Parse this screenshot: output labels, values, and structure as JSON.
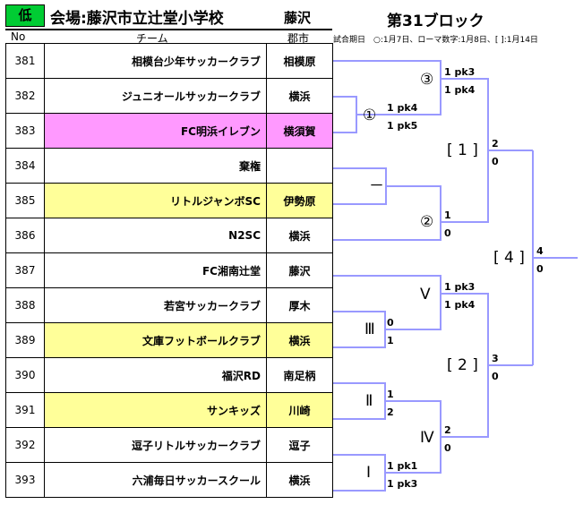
{
  "header": {
    "badge": "低",
    "venue": "会場:藤沢市立辻堂小学校",
    "area": "藤沢",
    "block": "第31ブロック",
    "col_no": "No",
    "col_team": "チーム",
    "col_city": "郡市",
    "note": "試合期日　○:1月7日、ローマ数字:1月8日、[ ]:1月14日"
  },
  "colors": {
    "badge": "#00cc33",
    "pink": "#ff99ff",
    "yellow": "#ffff99",
    "bracket": "#9999ff"
  },
  "teams": [
    {
      "no": "381",
      "name": "相模台少年サッカークラブ",
      "city": "相模原",
      "color": "#ffffff"
    },
    {
      "no": "382",
      "name": "ジュニオールサッカークラブ",
      "city": "横浜",
      "color": "#ffffff"
    },
    {
      "no": "383",
      "name": "FC明浜イレブン",
      "city": "横須賀",
      "color": "#ff99ff"
    },
    {
      "no": "384",
      "name": "棄権",
      "city": "",
      "color": "#ffffff"
    },
    {
      "no": "385",
      "name": "リトルジャンボSC",
      "city": "伊勢原",
      "color": "#ffff99"
    },
    {
      "no": "386",
      "name": "N2SC",
      "city": "横浜",
      "color": "#ffffff"
    },
    {
      "no": "387",
      "name": "FC湘南辻堂",
      "city": "藤沢",
      "color": "#ffffff"
    },
    {
      "no": "388",
      "name": "若宮サッカークラブ",
      "city": "厚木",
      "color": "#ffffff"
    },
    {
      "no": "389",
      "name": "文庫フットボールクラブ",
      "city": "横浜",
      "color": "#ffff99"
    },
    {
      "no": "390",
      "name": "福沢RD",
      "city": "南足柄",
      "color": "#ffffff"
    },
    {
      "no": "391",
      "name": "サンキッズ",
      "city": "川崎",
      "color": "#ffff99"
    },
    {
      "no": "392",
      "name": "逗子リトルサッカークラブ",
      "city": "逗子",
      "color": "#ffffff"
    },
    {
      "no": "393",
      "name": "六浦毎日サッカースクール",
      "city": "横浜",
      "color": "#ffffff"
    }
  ],
  "bracket": {
    "m1": {
      "label": "①",
      "top": "1 pk4",
      "bottom": "1 pk5"
    },
    "m2": {
      "label": "②",
      "top": "1",
      "bottom": "0"
    },
    "m3": {
      "label": "③",
      "top": "1 pk3",
      "bottom": "1 pk4"
    },
    "m_dash": {
      "label": "－"
    },
    "r1": {
      "label": "[ 1 ]",
      "top": "2",
      "bottom": "0"
    },
    "mIII": {
      "label": "Ⅲ",
      "top": "0",
      "bottom": "1"
    },
    "mV": {
      "label": "Ⅴ",
      "top": "1 pk3",
      "bottom": "1 pk4"
    },
    "mII": {
      "label": "Ⅱ",
      "top": "1",
      "bottom": "2"
    },
    "mI": {
      "label": "Ⅰ",
      "top": "1 pk1",
      "bottom": "1 pk3"
    },
    "mIV": {
      "label": "Ⅳ",
      "top": "2",
      "bottom": "0"
    },
    "r2": {
      "label": "[ 2 ]",
      "top": "3",
      "bottom": "0"
    },
    "r4": {
      "label": "[ 4 ]",
      "top": "4",
      "bottom": "0"
    }
  }
}
